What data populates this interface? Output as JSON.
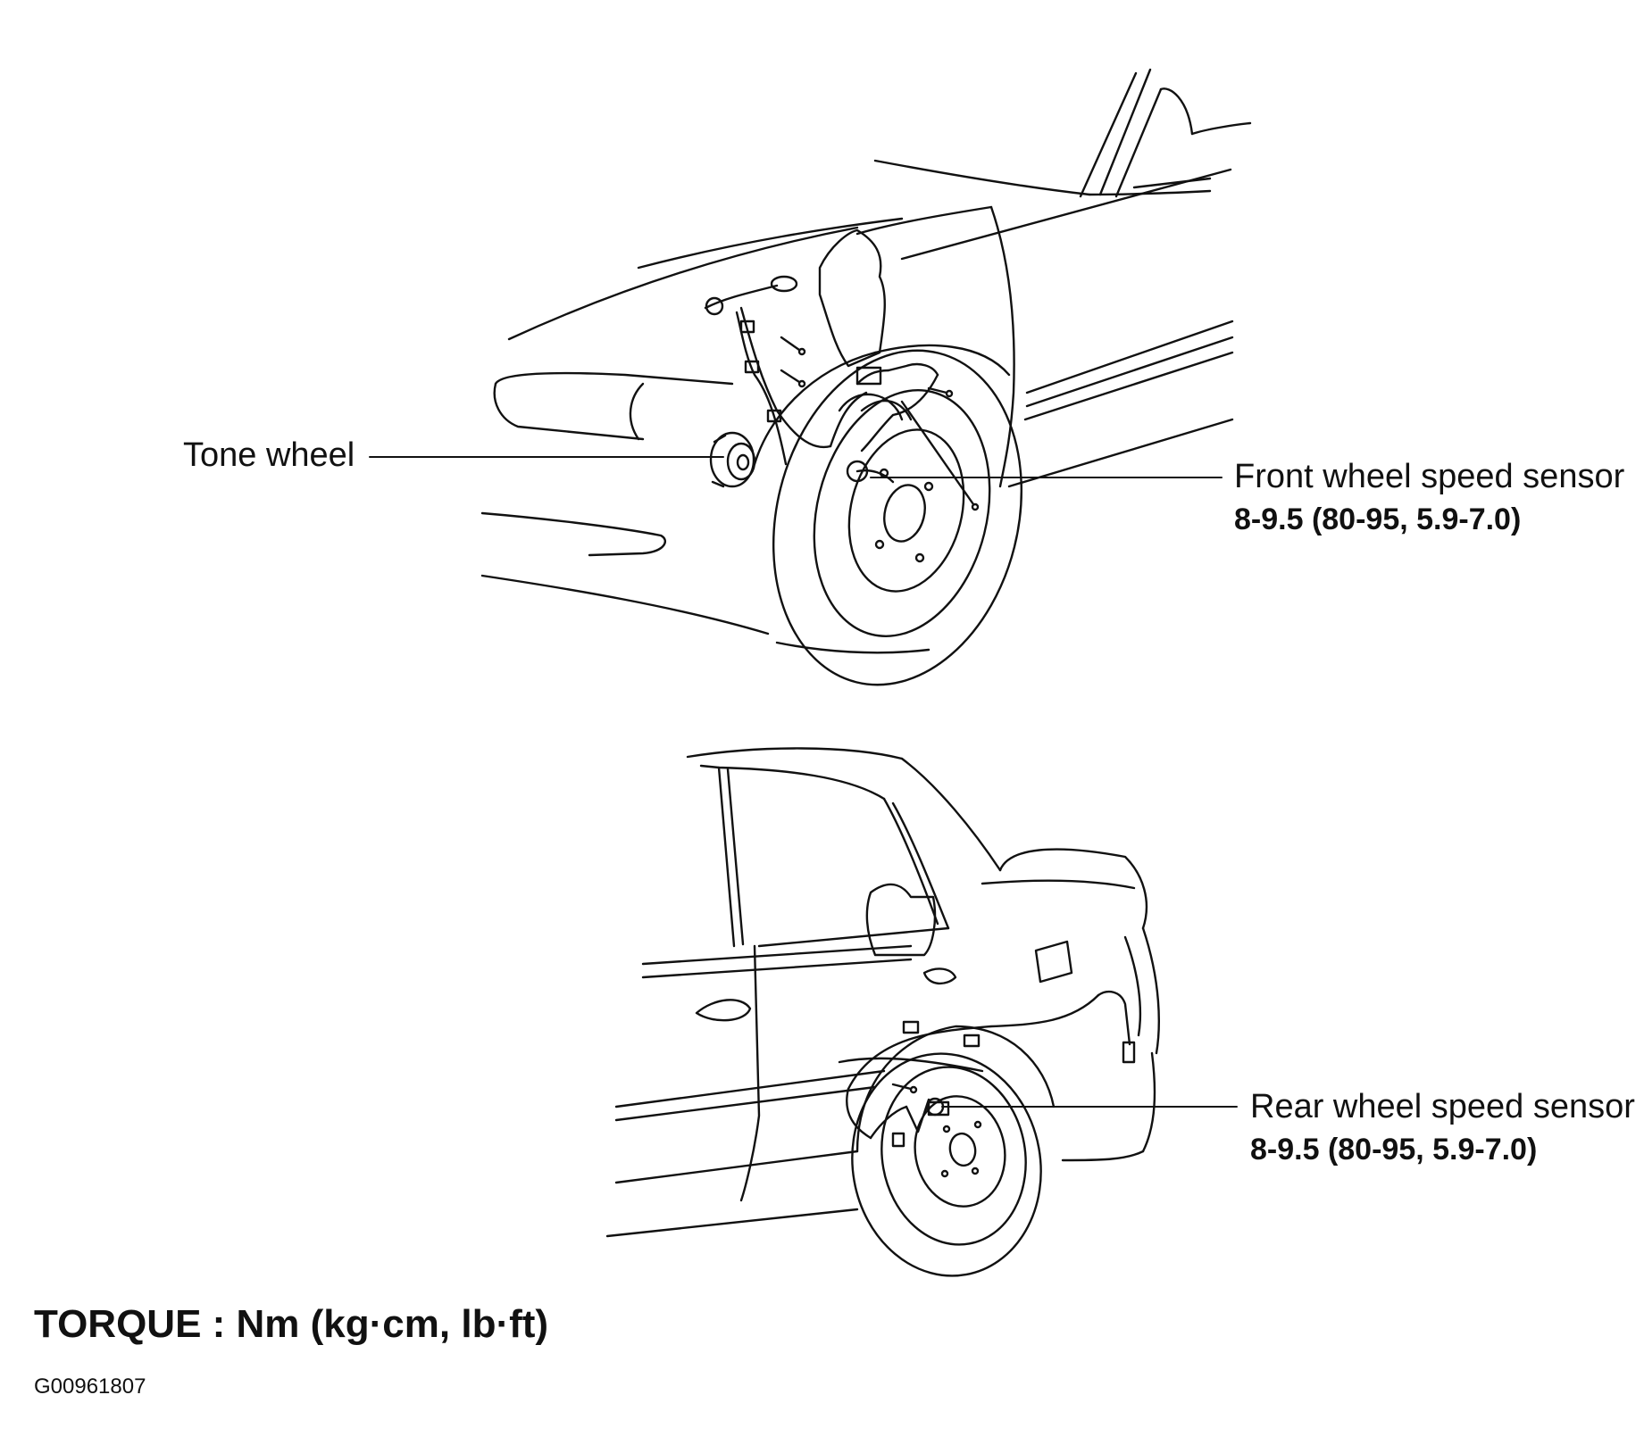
{
  "front": {
    "tone_wheel_label": "Tone wheel",
    "sensor_label": "Front wheel speed sensor",
    "sensor_torque": "8-9.5 (80-95, 5.9-7.0)"
  },
  "rear": {
    "sensor_label": "Rear wheel speed sensor",
    "sensor_torque": "8-9.5 (80-95, 5.9-7.0)"
  },
  "footer": {
    "torque_units": "TORQUE : Nm (kg·cm, lb·ft)",
    "figure_code": "G00961807"
  },
  "colors": {
    "line": "#111111",
    "background": "#ffffff"
  }
}
